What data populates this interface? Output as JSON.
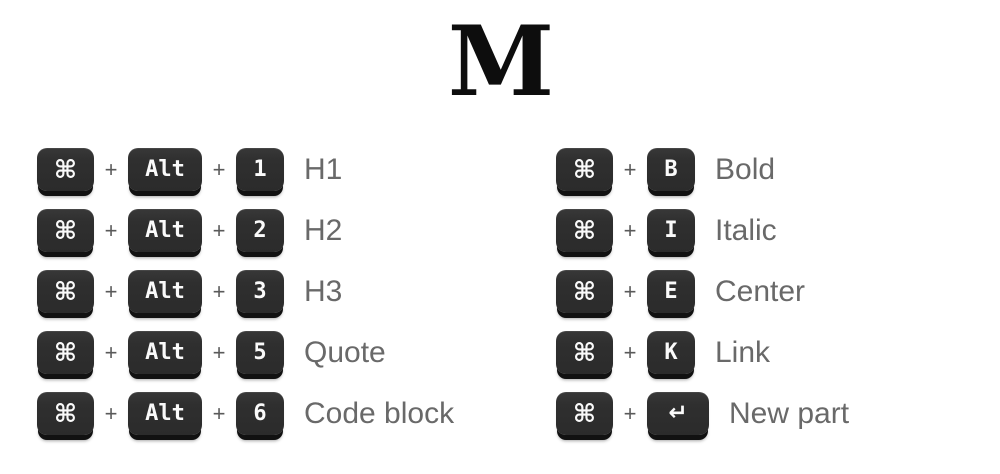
{
  "logo": {
    "text": "M"
  },
  "plus_sign": "+",
  "colors": {
    "page_bg": "#ffffff",
    "logo_text": "#0d0d0d",
    "key_face": "#2f2f2f",
    "key_shadow": "#111111",
    "key_text": "#fafafa",
    "plus_text": "#5a5a5a",
    "label_text": "#696969"
  },
  "shortcut_columns": [
    {
      "name": "left",
      "rows": [
        {
          "label": "H1",
          "keys": [
            {
              "text": "⌘",
              "name": "command",
              "size": "cmd"
            },
            {
              "text": "Alt",
              "name": "alt",
              "size": "alt"
            },
            {
              "text": "1",
              "name": "1",
              "size": "small"
            }
          ]
        },
        {
          "label": "H2",
          "keys": [
            {
              "text": "⌘",
              "name": "command",
              "size": "cmd"
            },
            {
              "text": "Alt",
              "name": "alt",
              "size": "alt"
            },
            {
              "text": "2",
              "name": "2",
              "size": "small"
            }
          ]
        },
        {
          "label": "H3",
          "keys": [
            {
              "text": "⌘",
              "name": "command",
              "size": "cmd"
            },
            {
              "text": "Alt",
              "name": "alt",
              "size": "alt"
            },
            {
              "text": "3",
              "name": "3",
              "size": "small"
            }
          ]
        },
        {
          "label": "Quote",
          "keys": [
            {
              "text": "⌘",
              "name": "command",
              "size": "cmd"
            },
            {
              "text": "Alt",
              "name": "alt",
              "size": "alt"
            },
            {
              "text": "5",
              "name": "5",
              "size": "small"
            }
          ]
        },
        {
          "label": "Code block",
          "keys": [
            {
              "text": "⌘",
              "name": "command",
              "size": "cmd"
            },
            {
              "text": "Alt",
              "name": "alt",
              "size": "alt"
            },
            {
              "text": "6",
              "name": "6",
              "size": "small"
            }
          ]
        }
      ]
    },
    {
      "name": "right",
      "rows": [
        {
          "label": "Bold",
          "keys": [
            {
              "text": "⌘",
              "name": "command",
              "size": "cmd"
            },
            {
              "text": "B",
              "name": "b",
              "size": "small"
            }
          ]
        },
        {
          "label": "Italic",
          "keys": [
            {
              "text": "⌘",
              "name": "command",
              "size": "cmd"
            },
            {
              "text": "I",
              "name": "i",
              "size": "small"
            }
          ]
        },
        {
          "label": "Center",
          "keys": [
            {
              "text": "⌘",
              "name": "command",
              "size": "cmd"
            },
            {
              "text": "E",
              "name": "e",
              "size": "small"
            }
          ]
        },
        {
          "label": "Link",
          "keys": [
            {
              "text": "⌘",
              "name": "command",
              "size": "cmd"
            },
            {
              "text": "K",
              "name": "k",
              "size": "small"
            }
          ]
        },
        {
          "label": "New part",
          "keys": [
            {
              "text": "⌘",
              "name": "command",
              "size": "cmd"
            },
            {
              "text": "↵",
              "name": "enter",
              "size": "enter"
            }
          ]
        }
      ]
    }
  ]
}
